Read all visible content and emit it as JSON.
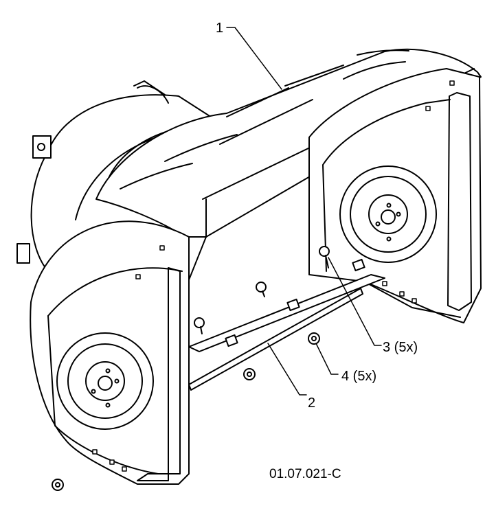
{
  "diagram": {
    "callouts": {
      "c1": "1",
      "c2": "2",
      "c3": "3 (5x)",
      "c4": "4 (5x)"
    },
    "drawing_code": "01.07.021-C"
  },
  "colors": {
    "line": "#000000",
    "background": "#ffffff",
    "part_fill": "#ffffff"
  }
}
